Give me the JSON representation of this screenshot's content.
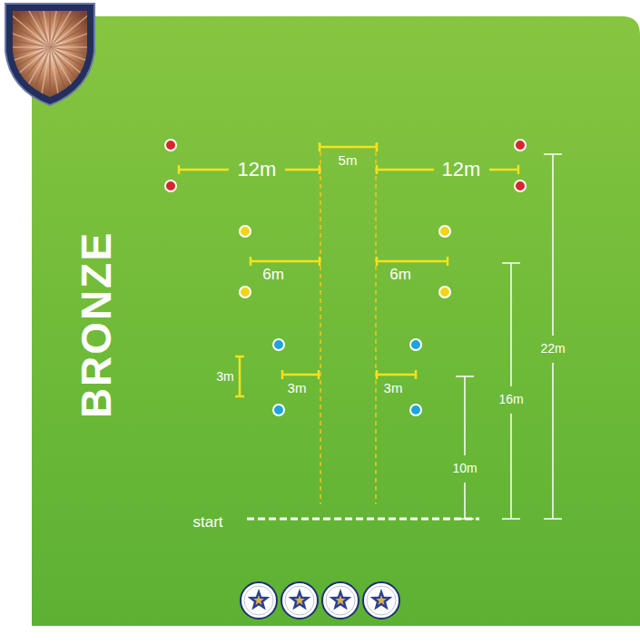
{
  "diagram": {
    "title": "BRONZE",
    "labels": [
      "12m",
      "5m",
      "12m",
      "6m",
      "6m",
      "22m",
      "3m",
      "3m",
      "3m",
      "16m",
      "10m",
      "start"
    ]
  }
}
